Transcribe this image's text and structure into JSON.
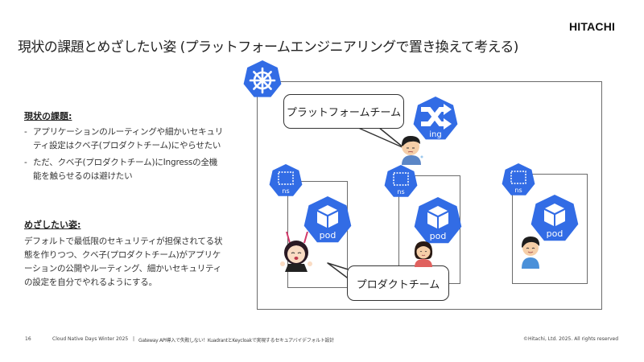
{
  "header": {
    "logo": "HITACHI",
    "title": "現状の課題とめざしたい姿 (プラットフォームエンジニアリングで置き換えて考える)"
  },
  "left_panel": {
    "current_issues": {
      "heading": "現状の課題:",
      "items": [
        "アプリケーションのルーティングや細かいセキュリティ設定はクベ子(プロダクトチーム)にやらせたい",
        "ただ、クベ子(プロダクトチーム)にIngressの全機能を触らせるのは避けたい"
      ]
    },
    "goal": {
      "heading": "めざしたい姿:",
      "text": "デフォルトで最低限のセキュリティが担保されてる状態を作りつつ、クベ子(プロダクトチーム)がアプリケーションの公開やルーティング、細かいセキュリティの設定を自分でやれるようにする。"
    }
  },
  "diagram": {
    "cluster_icon": "kubernetes-helm-icon",
    "ingress": {
      "icon": "ingress-shuffle-icon",
      "label": "ing"
    },
    "namespaces": [
      {
        "ns_label": "ns",
        "pod_label": "pod",
        "member": "kubeko-character"
      },
      {
        "ns_label": "ns",
        "pod_label": "pod",
        "member": "woman-character"
      },
      {
        "ns_label": "ns",
        "pod_label": "pod",
        "member": "boy-character"
      }
    ],
    "platform_team_bubble": "プラットフォームチーム",
    "product_team_bubble": "プロダクトチーム",
    "k8s_blue": "#326ce5"
  },
  "footer": {
    "page_number": "16",
    "event": "Cloud Native Days Winter 2025",
    "separator": "|",
    "talk_title": "Gateway API導入で失敗しない！KuadrantとKeycloakで実現するセキュアバイデフォルト設計",
    "copyright": "©Hitachi, Ltd. 2025. All rights reserved"
  }
}
